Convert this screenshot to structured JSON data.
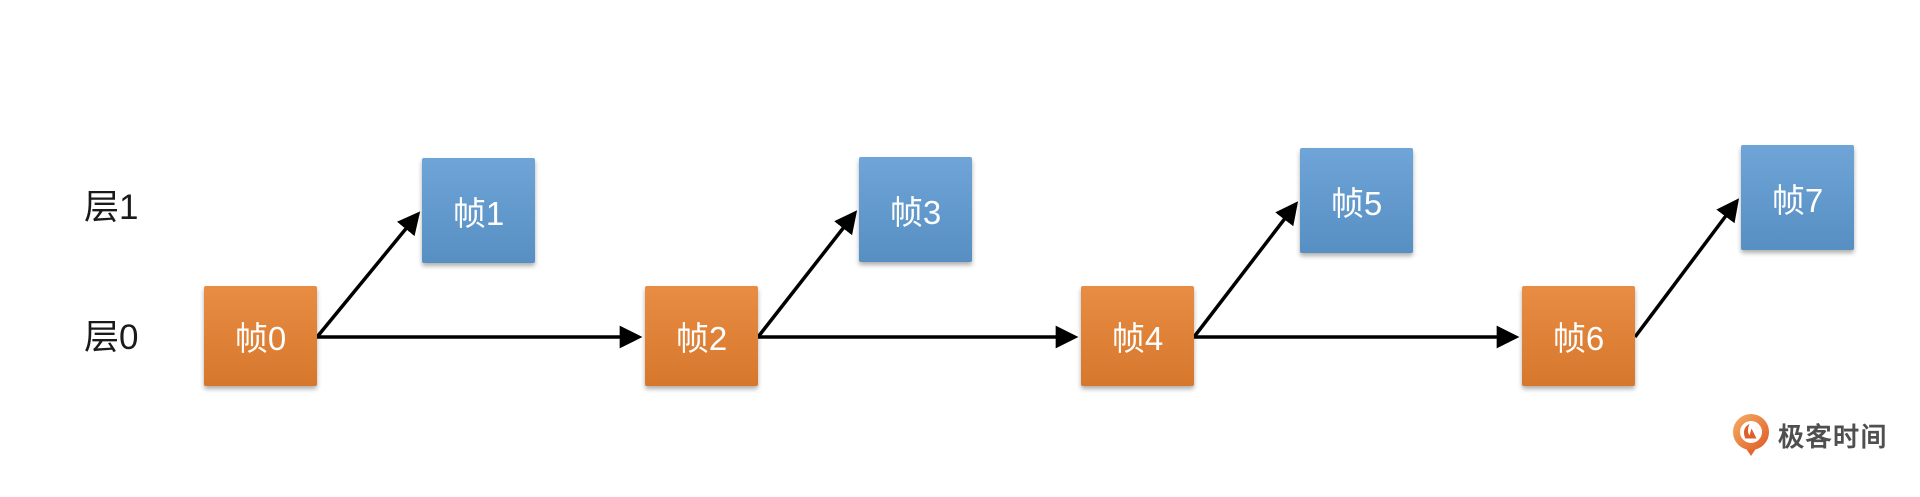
{
  "diagram": {
    "layer_labels": [
      {
        "id": "layer1",
        "label": "层1"
      },
      {
        "id": "layer0",
        "label": "层0"
      }
    ],
    "nodes": [
      {
        "id": "frame0",
        "label": "帧0",
        "layer": 0
      },
      {
        "id": "frame1",
        "label": "帧1",
        "layer": 1
      },
      {
        "id": "frame2",
        "label": "帧2",
        "layer": 0
      },
      {
        "id": "frame3",
        "label": "帧3",
        "layer": 1
      },
      {
        "id": "frame4",
        "label": "帧4",
        "layer": 0
      },
      {
        "id": "frame5",
        "label": "帧5",
        "layer": 1
      },
      {
        "id": "frame6",
        "label": "帧6",
        "layer": 0
      },
      {
        "id": "frame7",
        "label": "帧7",
        "layer": 1
      }
    ],
    "edges": [
      {
        "from": "frame0",
        "to": "frame1"
      },
      {
        "from": "frame0",
        "to": "frame2"
      },
      {
        "from": "frame2",
        "to": "frame3"
      },
      {
        "from": "frame2",
        "to": "frame4"
      },
      {
        "from": "frame4",
        "to": "frame5"
      },
      {
        "from": "frame4",
        "to": "frame6"
      },
      {
        "from": "frame6",
        "to": "frame7"
      }
    ],
    "colors": {
      "layer0_box": "#E6802F",
      "layer1_box": "#5E9AD2",
      "arrow": "#000000",
      "label_text": "#1a1a1a",
      "box_text": "#ffffff"
    }
  },
  "watermark": {
    "logo_text": "极客时间",
    "logo_color": "#4F4F4F",
    "icon": "geektime-pin-icon",
    "icon_color": "#ED7D31"
  }
}
